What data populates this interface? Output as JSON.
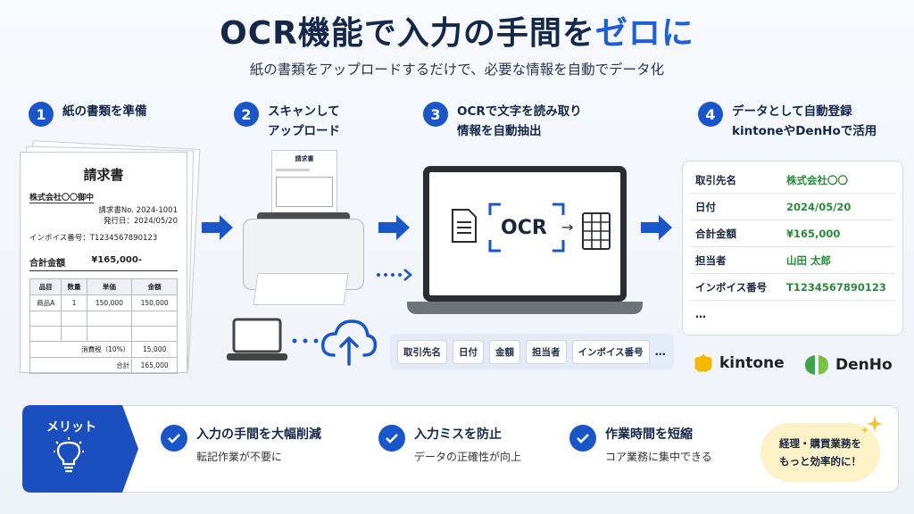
{
  "header": {
    "title_main": "OCR機能で入力の手間を",
    "title_accent": "ゼロに",
    "subtitle": "紙の書類をアップロードするだけで、必要な情報を自動でデータ化"
  },
  "steps": [
    {
      "num": "1",
      "line1": "紙の書類を準備",
      "line2": ""
    },
    {
      "num": "2",
      "line1": "スキャンして",
      "line2": "アップロード"
    },
    {
      "num": "3",
      "line1": "OCRで文字を読み取り",
      "line2": "情報を自動抽出"
    },
    {
      "num": "4",
      "line1": "データとして自動登録",
      "line2": "kintoneやDenHoで活用"
    }
  ],
  "invoice": {
    "title": "請求書",
    "customer": "株式会社〇〇御中",
    "invoice_no": "請求書No. 2024-1001",
    "issue_date": "発行日：2024/05/20",
    "registration": "インボイス番号：T1234567890123",
    "total_label": "合計金額",
    "total_value": "¥165,000-",
    "table_headers": [
      "品目",
      "数量",
      "単価",
      "金額"
    ],
    "item": {
      "name": "商品A",
      "qty": "1",
      "price": "150,000",
      "amount": "150,000"
    },
    "tax_label": "消費税（10%）",
    "tax_value": "15,000",
    "sum_label": "合計",
    "sum_value": "165,000"
  },
  "scanned_doc": {
    "title": "請求書"
  },
  "ocr": {
    "label": "OCR",
    "arrow": "→"
  },
  "chips": [
    "取引先名",
    "日付",
    "金額",
    "担当者",
    "インボイス番号"
  ],
  "chips_more": "…",
  "card": {
    "rows": [
      {
        "key": "取引先名",
        "value": "株式会社〇〇"
      },
      {
        "key": "日付",
        "value": "2024/05/20"
      },
      {
        "key": "合計金額",
        "value": "¥165,000"
      },
      {
        "key": "担当者",
        "value": "山田 太郎"
      },
      {
        "key": "インボイス番号",
        "value": "T1234567890123"
      }
    ],
    "ellipsis": "…"
  },
  "logos": {
    "kintone": "kintone",
    "denho": "DenHo"
  },
  "merits": {
    "label": "メリット",
    "items": [
      {
        "title": "入力の手間を大幅削減",
        "sub": "転記作業が不要に"
      },
      {
        "title": "入力ミスを防止",
        "sub": "データの正確性が向上"
      },
      {
        "title": "作業時間を短縮",
        "sub": "コア業務に集中できる"
      }
    ],
    "promo_line1": "経理・購買業務を",
    "promo_line2": "もっと効率的に！"
  },
  "colors": {
    "brand_blue": "#1b56c8",
    "accent_blue": "#1d5fd6",
    "value_green": "#2a8a3a",
    "promo_bg": "#fdf1c8"
  }
}
